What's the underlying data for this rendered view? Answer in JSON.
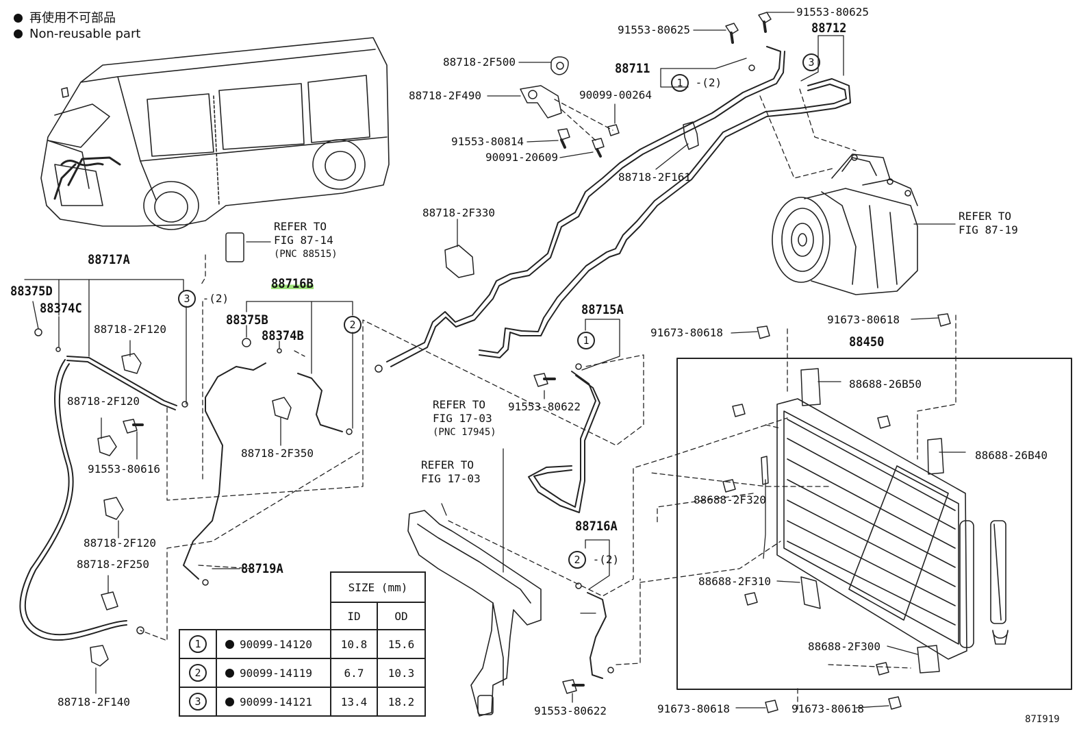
{
  "legend": {
    "reuse_jp": "再使用不可部品",
    "reuse_en": "Non-reusable part"
  },
  "labels": {
    "p91553_80625_a": "91553-80625",
    "p91553_80625_b": "91553-80625",
    "p88712": "88712",
    "p88718_2F500": "88718-2F500",
    "p88711": "88711",
    "c1_text": "1",
    "c1_qty": "-(2)",
    "c3_top": "3",
    "p88718_2F490": "88718-2F490",
    "p90099_00264": "90099-00264",
    "p91553_80814": "91553-80814",
    "p90091_20609": "90091-20609",
    "p88718_2F161": "88718-2F161",
    "p88718_2F330": "88718-2F330",
    "p88717A": "88717A",
    "p88375D": "88375D",
    "p88374C": "88374C",
    "p88718_2F120_a": "88718-2F120",
    "c3_left": "3",
    "c3_left_qty": "-(2)",
    "p88716B": "88716B",
    "p88375B": "88375B",
    "p88374B": "88374B",
    "c2_mid": "2",
    "p88715A": "88715A",
    "c1_mid": "1",
    "p91553_80622_a": "91553-80622",
    "p88718_2F120_b": "88718-2F120",
    "p91553_80616": "91553-80616",
    "p88718_2F350": "88718-2F350",
    "p91673_80618_a": "91673-80618",
    "p91673_80618_b": "91673-80618",
    "p88450": "88450",
    "p88688_26B50": "88688-26B50",
    "p88688_26B40": "88688-26B40",
    "p88688_2F320": "88688-2F320",
    "p88718_2F120_c": "88718-2F120",
    "p88718_2F250": "88718-2F250",
    "p88719A": "88719A",
    "p88716A": "88716A",
    "c2_low": "2",
    "c2_low_qty": "-(2)",
    "p88688_2F310": "88688-2F310",
    "p88688_2F300": "88688-2F300",
    "p88718_2F140": "88718-2F140",
    "p91553_80622_b": "91553-80622",
    "p91673_80618_c": "91673-80618",
    "p91673_80618_d": "91673-80618",
    "figure_id": "87I919"
  },
  "refs": {
    "r8714": [
      "REFER TO",
      "FIG 87-14",
      "(PNC 88515)"
    ],
    "r8719": [
      "REFER TO",
      "FIG 87-19"
    ],
    "r1703a": [
      "REFER TO",
      "FIG 17-03",
      "(PNC 17945)"
    ],
    "r1703b": [
      "REFER TO",
      "FIG 17-03"
    ]
  },
  "size_table": {
    "title": "SIZE (mm)",
    "col_id": "ID",
    "col_od": "OD",
    "rows": [
      {
        "num": "1",
        "part": "90099-14120",
        "id": "10.8",
        "od": "15.6"
      },
      {
        "num": "2",
        "part": "90099-14119",
        "id": "6.7",
        "od": "10.3"
      },
      {
        "num": "3",
        "part": "90099-14121",
        "id": "13.4",
        "od": "18.2"
      }
    ]
  }
}
